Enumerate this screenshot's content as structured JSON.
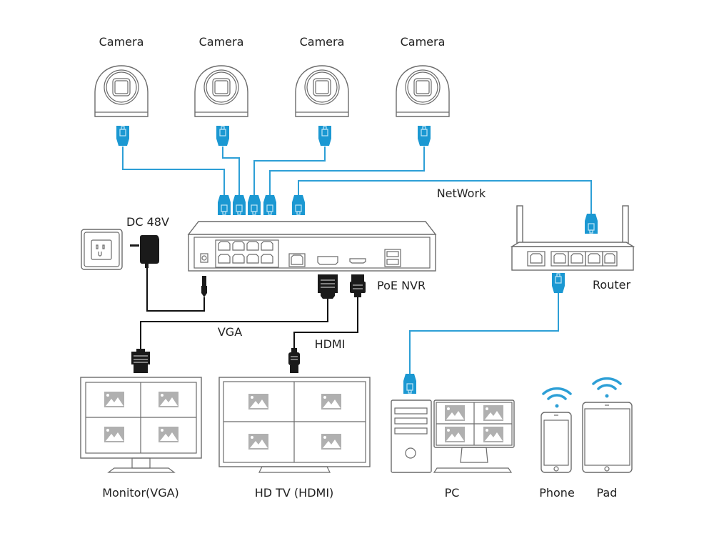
{
  "diagram": {
    "title": "PoE NVR Surveillance System Connection Diagram",
    "accent_color": "#2d9fd6",
    "cable_color": "#111111",
    "labels": {
      "cameras": [
        "Camera",
        "Camera",
        "Camera",
        "Camera"
      ],
      "power_adapter": "DC 48V",
      "network": "NetWork",
      "nvr": "PoE NVR",
      "router": "Router",
      "vga_cable": "VGA",
      "hdmi_cable": "HDMI",
      "monitor": "Monitor(VGA)",
      "tv": "HD TV (HDMI)",
      "pc": "PC",
      "phone": "Phone",
      "pad": "Pad"
    },
    "nodes": [
      {
        "id": "camera-1",
        "type": "dome-camera",
        "label": "Camera"
      },
      {
        "id": "camera-2",
        "type": "dome-camera",
        "label": "Camera"
      },
      {
        "id": "camera-3",
        "type": "dome-camera",
        "label": "Camera"
      },
      {
        "id": "camera-4",
        "type": "dome-camera",
        "label": "Camera"
      },
      {
        "id": "wall-outlet",
        "type": "power-outlet",
        "label": ""
      },
      {
        "id": "power-adapter",
        "type": "power-adapter",
        "label": "DC 48V"
      },
      {
        "id": "nvr",
        "type": "poe-nvr",
        "label": "PoE NVR",
        "poe_ports": 8
      },
      {
        "id": "router",
        "type": "router",
        "label": "Router",
        "ports": 5
      },
      {
        "id": "monitor",
        "type": "monitor",
        "label": "Monitor(VGA)",
        "screen_tiles": 4
      },
      {
        "id": "tv",
        "type": "tv",
        "label": "HD TV (HDMI)",
        "screen_tiles": 4
      },
      {
        "id": "pc",
        "type": "desktop-pc",
        "label": "PC",
        "screen_tiles": 4
      },
      {
        "id": "phone",
        "type": "phone",
        "label": "Phone",
        "wireless": true
      },
      {
        "id": "pad",
        "type": "tablet",
        "label": "Pad",
        "wireless": true
      }
    ],
    "edges": [
      {
        "from": "camera-1",
        "to": "nvr",
        "cable": "ethernet"
      },
      {
        "from": "camera-2",
        "to": "nvr",
        "cable": "ethernet"
      },
      {
        "from": "camera-3",
        "to": "nvr",
        "cable": "ethernet"
      },
      {
        "from": "camera-4",
        "to": "nvr",
        "cable": "ethernet"
      },
      {
        "from": "nvr",
        "to": "router",
        "cable": "ethernet",
        "label": "NetWork"
      },
      {
        "from": "power-adapter",
        "to": "nvr",
        "cable": "dc-power",
        "label": "DC 48V"
      },
      {
        "from": "nvr",
        "to": "monitor",
        "cable": "vga",
        "label": "VGA"
      },
      {
        "from": "nvr",
        "to": "tv",
        "cable": "hdmi",
        "label": "HDMI"
      },
      {
        "from": "router",
        "to": "pc",
        "cable": "ethernet"
      },
      {
        "from": "router",
        "to": "phone",
        "cable": "wifi"
      },
      {
        "from": "router",
        "to": "pad",
        "cable": "wifi"
      }
    ]
  }
}
